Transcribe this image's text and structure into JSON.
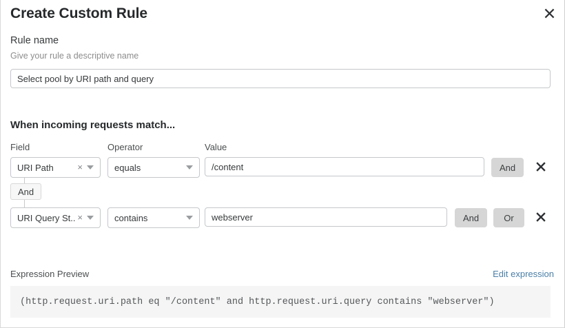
{
  "dialog": {
    "title": "Create Custom Rule",
    "close_icon": "close-icon"
  },
  "rule_name": {
    "label": "Rule name",
    "help": "Give your rule a descriptive name",
    "value": "Select pool by URI path and query",
    "placeholder": ""
  },
  "match_section": {
    "heading": "When incoming requests match...",
    "columns": {
      "field": "Field",
      "operator": "Operator",
      "value": "Value"
    },
    "rows": [
      {
        "field": "URI Path",
        "clear_icon": "×",
        "caret_icon": "chevron-down-icon",
        "operator": "equals",
        "value": "/content",
        "logic_buttons": [
          "And"
        ],
        "delete_icon": "close-icon"
      },
      {
        "field": "URI Query St...",
        "clear_icon": "×",
        "caret_icon": "chevron-down-icon",
        "operator": "contains",
        "value": "webserver",
        "logic_buttons": [
          "And",
          "Or"
        ],
        "delete_icon": "close-icon"
      }
    ],
    "connector": {
      "label": "And"
    }
  },
  "expression_preview": {
    "label": "Expression Preview",
    "edit_link": "Edit expression",
    "expression": "(http.request.uri.path eq \"/content\" and http.request.uri.query contains \"webserver\")"
  },
  "colors": {
    "accent_link": "#4a7fa8",
    "logic_button_bg": "#d6d6d6",
    "input_border": "#c4c7c9",
    "preview_bg": "#f5f5f5",
    "text_primary": "#26292b",
    "text_muted": "#8d8d8d"
  }
}
